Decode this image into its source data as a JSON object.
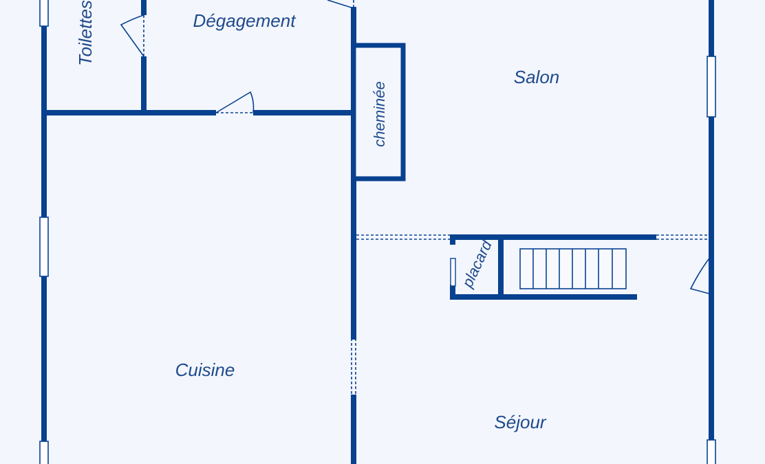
{
  "colors": {
    "background": "#f3f6fd",
    "wall": "#07418f",
    "label": "#1e4a8c",
    "fixture_fill": "#ffffff"
  },
  "rooms": {
    "toilettes": "Toilettes",
    "degagement": "Dégagement",
    "salon": "Salon",
    "cheminee": "cheminée",
    "cuisine": "Cuisine",
    "placard": "placard",
    "sejour": "Séjour"
  }
}
